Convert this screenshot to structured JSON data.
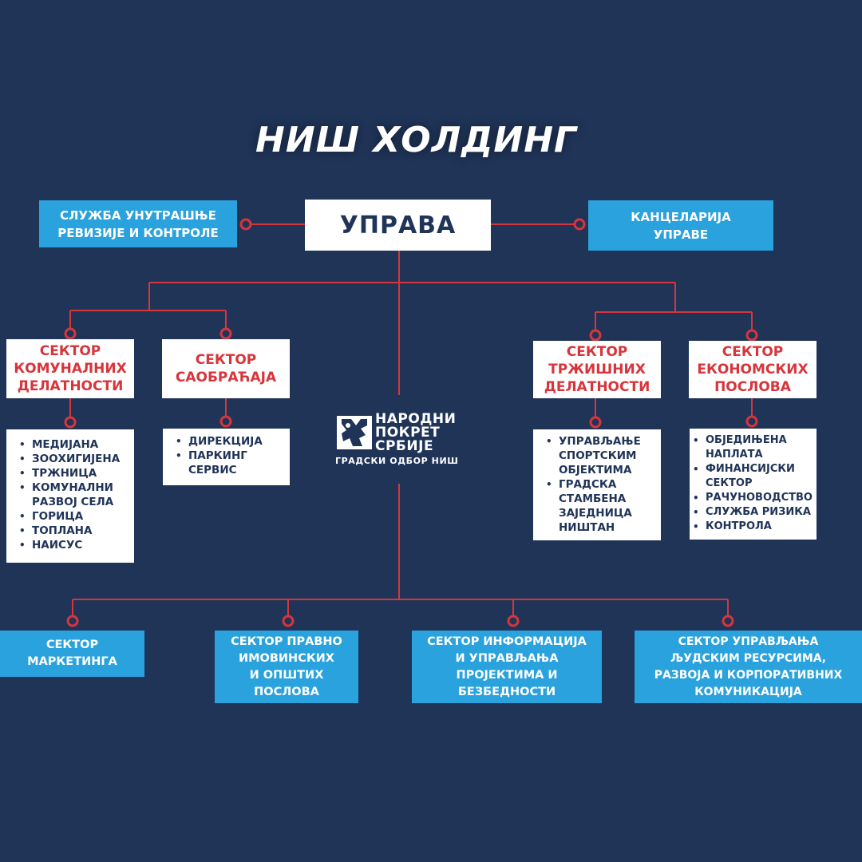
{
  "title": "НИШ ХОЛДИНГ",
  "management": {
    "label": "УПРАВА"
  },
  "left_service": {
    "line1": "СЛУЖБА УНУТРАШЊЕ",
    "line2": "РЕВИЗИЈЕ И КОНТРОЛЕ"
  },
  "right_service": {
    "line1": "КАНЦЕЛАРИЈА",
    "line2": "УПРАВЕ"
  },
  "sectors": [
    {
      "lines": [
        "СЕКТОР",
        "КОМУНАЛНИХ",
        "ДЕЛАТНОСТИ"
      ],
      "items": [
        "МЕДИЈАНА",
        "ЗООХИГИЈЕНА",
        "ТРЖНИЦА",
        "КОМУНАЛНИ РАЗВОЈ СЕЛА",
        "ГОРИЦА",
        "ТОПЛАНА",
        "НАИСУС"
      ]
    },
    {
      "lines": [
        "СЕКТОР",
        "САОБРАЋАЈА"
      ],
      "items": [
        "ДИРЕКЦИЈА",
        "ПАРКИНГ СЕРВИС"
      ]
    },
    {
      "lines": [
        "СЕКТОР",
        "ТРЖИШНИХ",
        "ДЕЛАТНОСТИ"
      ],
      "items": [
        "УПРАВЉАЊЕ СПОРТСКИМ ОБЈЕКТИМА",
        "ГРАДСКА СТАМБЕНА ЗАЈЕДНИЦА НИШТАН"
      ]
    },
    {
      "lines": [
        "СЕКТОР",
        "ЕКОНОМСКИХ",
        "ПОСЛОВА"
      ],
      "items": [
        "ОБЈЕДИЊЕНА НАПЛАТА",
        "ФИНАНСИЈСКИ СЕКТОР",
        "РАЧУНОВОДСТВО",
        "СЛУЖБА РИЗИКА",
        "КОНТРОЛА"
      ]
    }
  ],
  "bottom_sectors": [
    {
      "lines": [
        "СЕКТОР",
        "МАРКЕТИНГА"
      ]
    },
    {
      "lines": [
        "СЕКТОР ПРАВНО",
        "ИМОВИНСКИХ",
        "И ОПШТИХ",
        "ПОСЛОВА"
      ]
    },
    {
      "lines": [
        "СЕКТОР ИНФОРМАЦИЈА",
        "И УПРАВЉАЊА",
        "ПРОЈЕКТИМА И",
        "БЕЗБЕДНОСТИ"
      ]
    },
    {
      "lines": [
        "СЕКТОР УПРАВЉАЊА",
        "ЉУДСКИМ РЕСУРСИМА,",
        "РАЗВОЈА И КОРПОРАТИВНИХ",
        "КОМУНИКАЦИЈА"
      ]
    }
  ],
  "logo": {
    "line1": "НАРОДНИ",
    "line2": "ПОКРЕТ",
    "line3": "СРБИЈЕ",
    "subtitle": "ГРАДСКИ ОДБОР НИШ"
  },
  "colors": {
    "background": "#203458",
    "accent_blue": "#29a2dd",
    "accent_red": "#d7353c",
    "box_white": "#ffffff",
    "text_dark": "#203458"
  }
}
